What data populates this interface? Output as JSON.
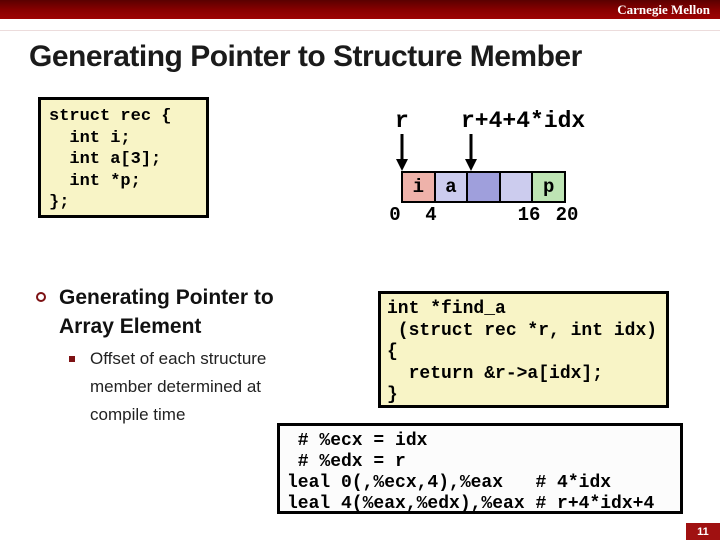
{
  "header": {
    "brand": "Carnegie Mellon"
  },
  "title": "Generating Pointer to Structure Member",
  "struct_code": {
    "lines": [
      "struct rec {",
      "  int i;",
      "  int a[3];",
      "  int *p;",
      "};"
    ]
  },
  "diagram": {
    "pointer_labels": {
      "r": "r",
      "expr": "r+4+4*idx"
    },
    "cells": [
      {
        "label": "i",
        "color": "#eeb2aa"
      },
      {
        "label": "a",
        "color": "#ccccee"
      },
      {
        "label": "",
        "color": "#9f9fdc"
      },
      {
        "label": "",
        "color": "#ccccee"
      },
      {
        "label": "p",
        "color": "#bee4b4"
      }
    ],
    "offsets": [
      "0",
      "4",
      "16",
      "20"
    ]
  },
  "bullets": {
    "main": "Generating Pointer to Array Element",
    "sub": "Offset of each structure member determined at compile time"
  },
  "find_a_code": {
    "lines": [
      "int *find_a",
      " (struct rec *r, int idx)",
      "{",
      "  return &r->a[idx];",
      "}"
    ]
  },
  "asm_code": {
    "lines": [
      " # %ecx = idx",
      " # %edx = r",
      "leal 0(,%ecx,4),%eax   # 4*idx",
      "leal 4(%eax,%edx),%eax # r+4*idx+4"
    ]
  },
  "page_number": "11",
  "colors": {
    "band": "#8c0000",
    "accent": "#7d1214",
    "code_bg": "#f8f4c6",
    "asm_bg": "#fcfcfc"
  }
}
